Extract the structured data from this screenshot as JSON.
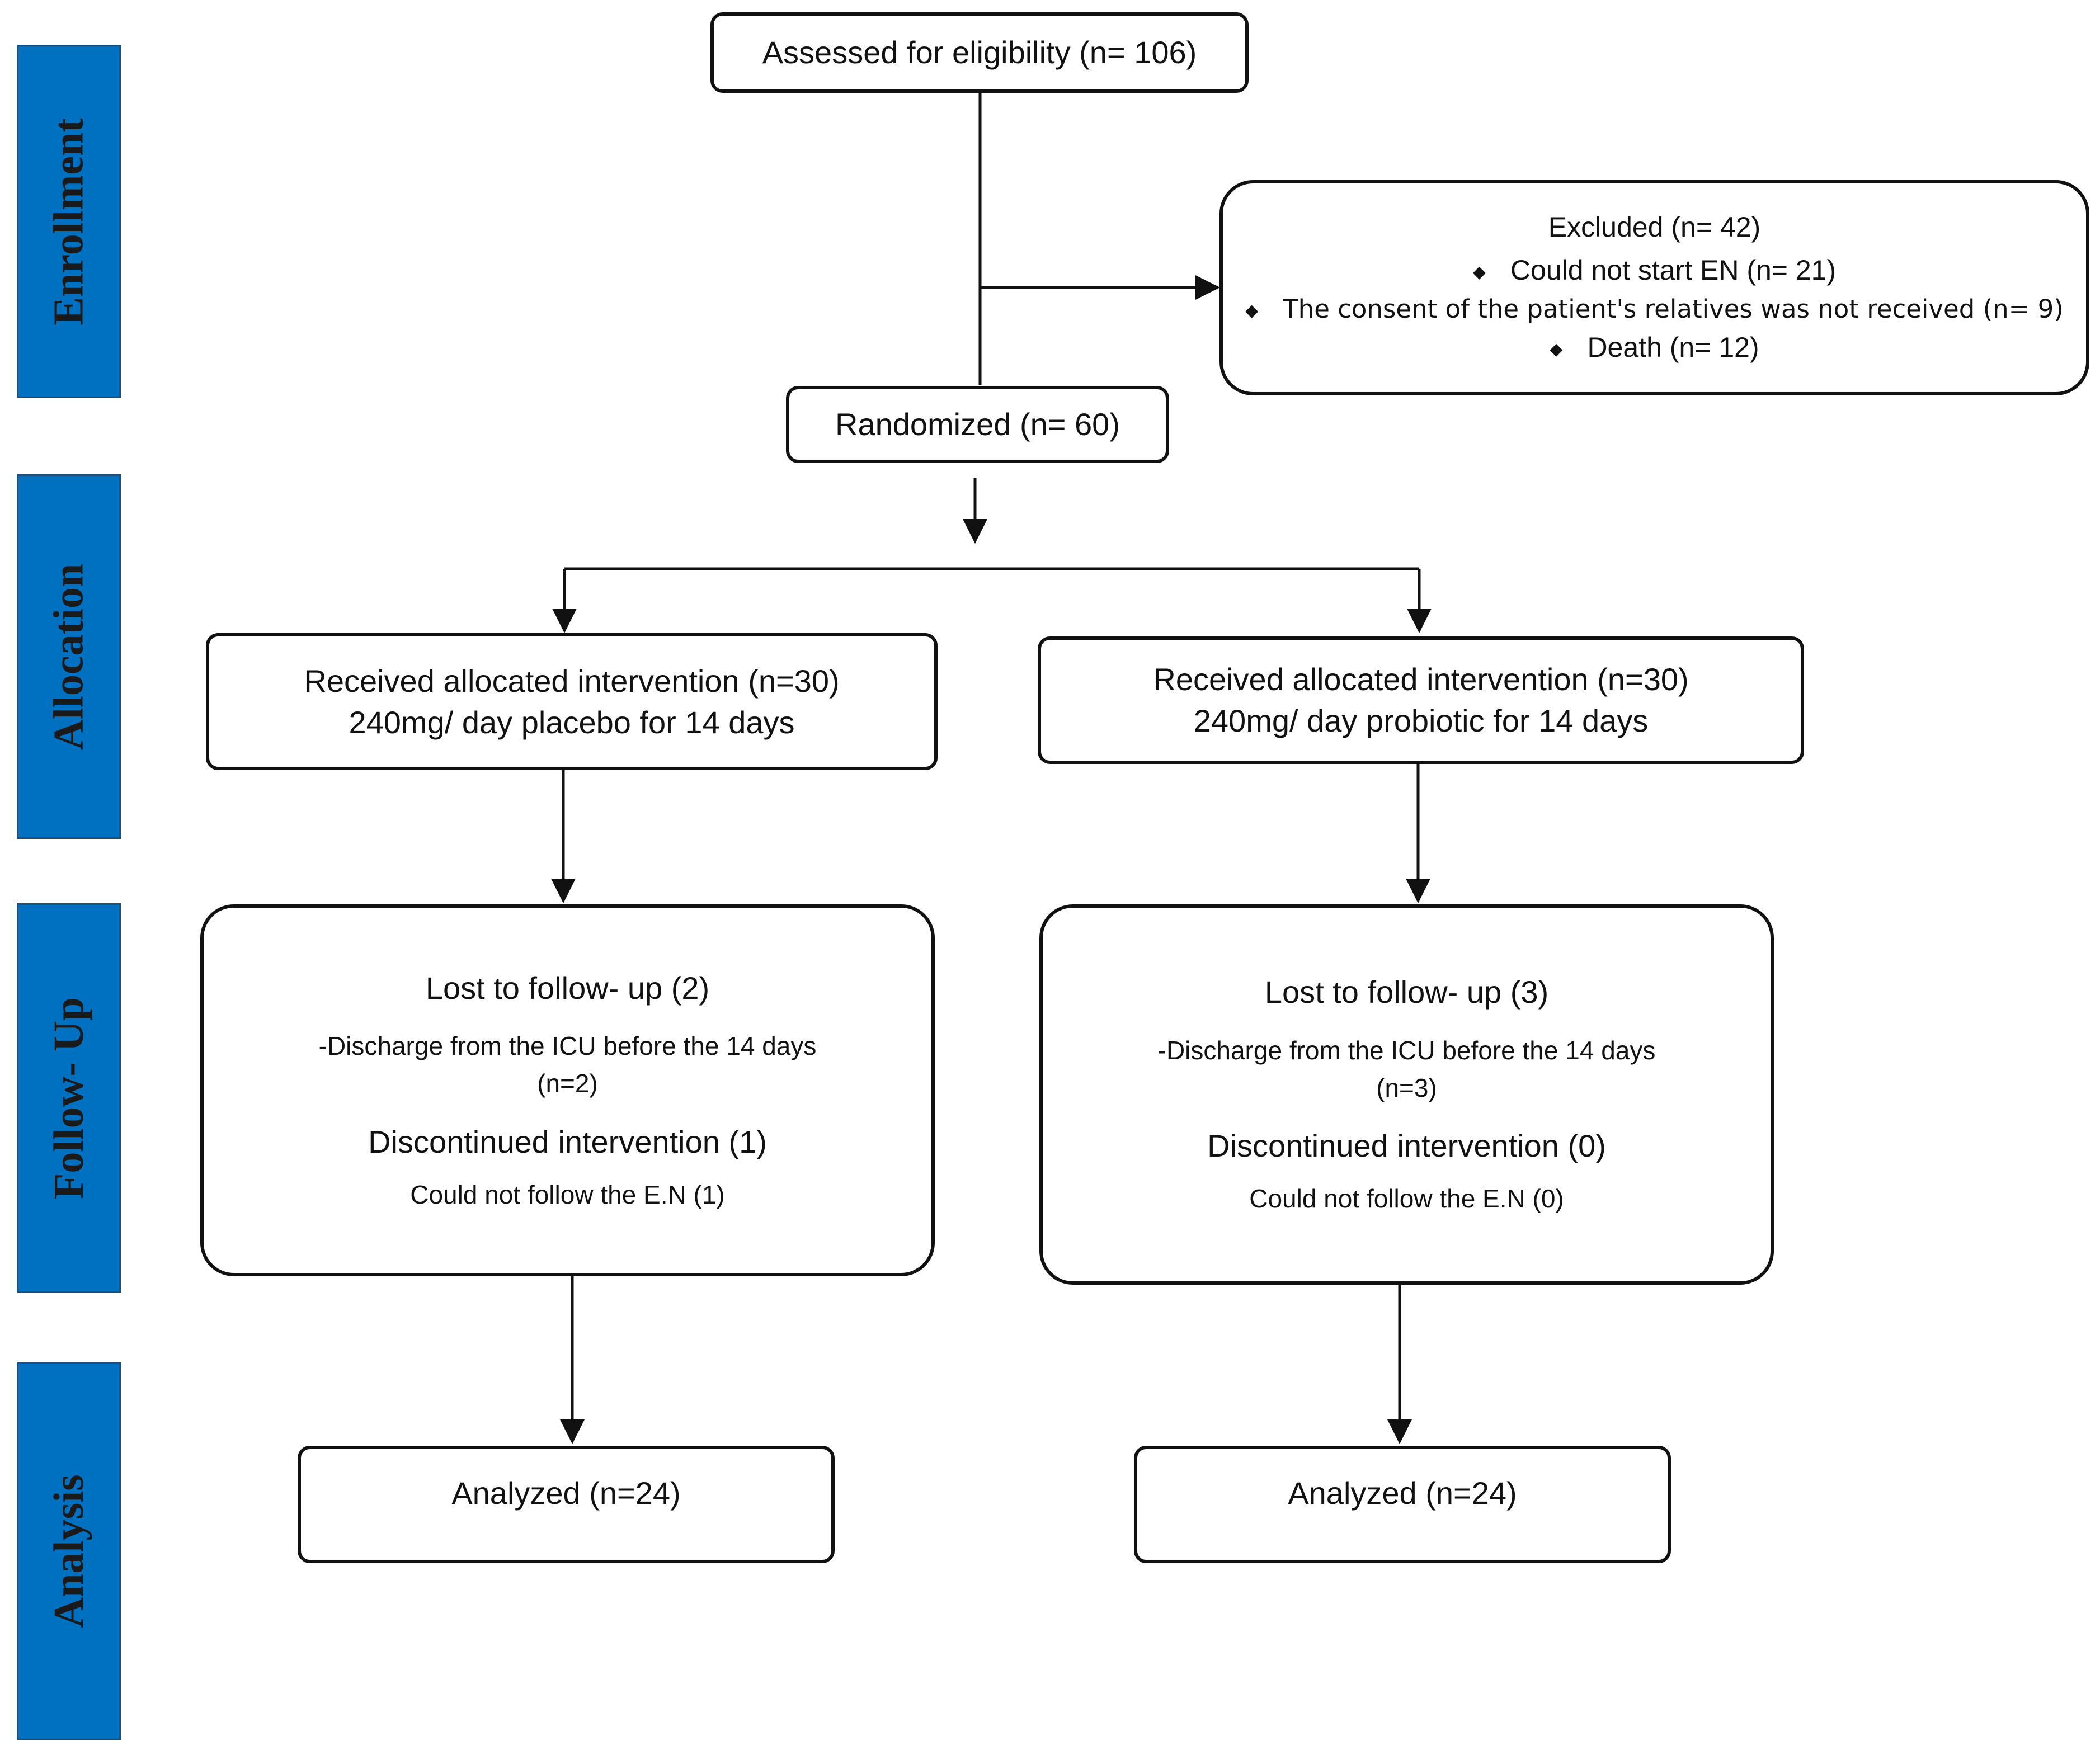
{
  "stages": [
    {
      "id": "enrollment",
      "label": "Enrollment"
    },
    {
      "id": "allocation",
      "label": "Allocation"
    },
    {
      "id": "followup",
      "label": "Follow- Up"
    },
    {
      "id": "analysis",
      "label": "Analysis"
    }
  ],
  "assessed": {
    "text": "Assessed for eligibility (n= 106)"
  },
  "excluded": {
    "title": "Excluded (n= 42)",
    "reasons": [
      "Could not start EN (n= 21)",
      "The consent of the patient's relatives was not received (n= 9)",
      "Death  (n= 12)"
    ]
  },
  "randomized": {
    "text": "Randomized (n= 60)"
  },
  "arms": [
    {
      "allocation": {
        "line1": "Received allocated intervention (n=30)",
        "line2": "240mg/ day placebo for 14 days"
      },
      "followup": {
        "lost": "Lost to follow- up (2)",
        "lost_reason_1": "-Discharge from the ICU before the 14 days",
        "lost_reason_2": "(n=2)",
        "discontinued": "Discontinued intervention (1)",
        "discontinued_reason": "Could not follow the E.N (1)"
      },
      "analysis": {
        "text": "Analyzed (n=24)"
      }
    },
    {
      "allocation": {
        "line1": "Received allocated intervention (n=30)",
        "line2": "240mg/ day probiotic for 14 days"
      },
      "followup": {
        "lost": "Lost to follow- up (3)",
        "lost_reason_1": "-Discharge from the ICU before the 14 days",
        "lost_reason_2": "(n=3)",
        "discontinued": "Discontinued intervention (0)",
        "discontinued_reason": "Could not follow the E.N (0)"
      },
      "analysis": {
        "text": "Analyzed (n=24)"
      }
    }
  ],
  "colors": {
    "stage_bar": "#0070c0",
    "stage_border": "#1f4e79",
    "stroke": "#111111"
  },
  "icons": {
    "bullet": "diamond-bullet-icon",
    "arrow": "arrow-head-icon"
  }
}
